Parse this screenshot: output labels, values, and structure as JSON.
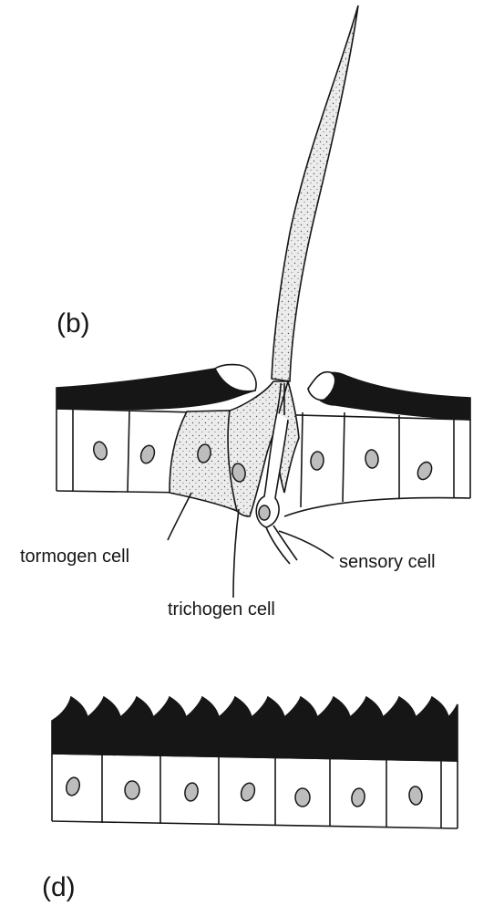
{
  "panel_b": {
    "label": "(b)",
    "callouts": {
      "tormogen": "tormogen cell",
      "trichogen": "trichogen cell",
      "sensory": "sensory cell"
    }
  },
  "panel_d": {
    "label": "(d)"
  },
  "colors": {
    "ink": "#161616",
    "stipple": "#d9d9d9",
    "paper": "#ffffff"
  }
}
